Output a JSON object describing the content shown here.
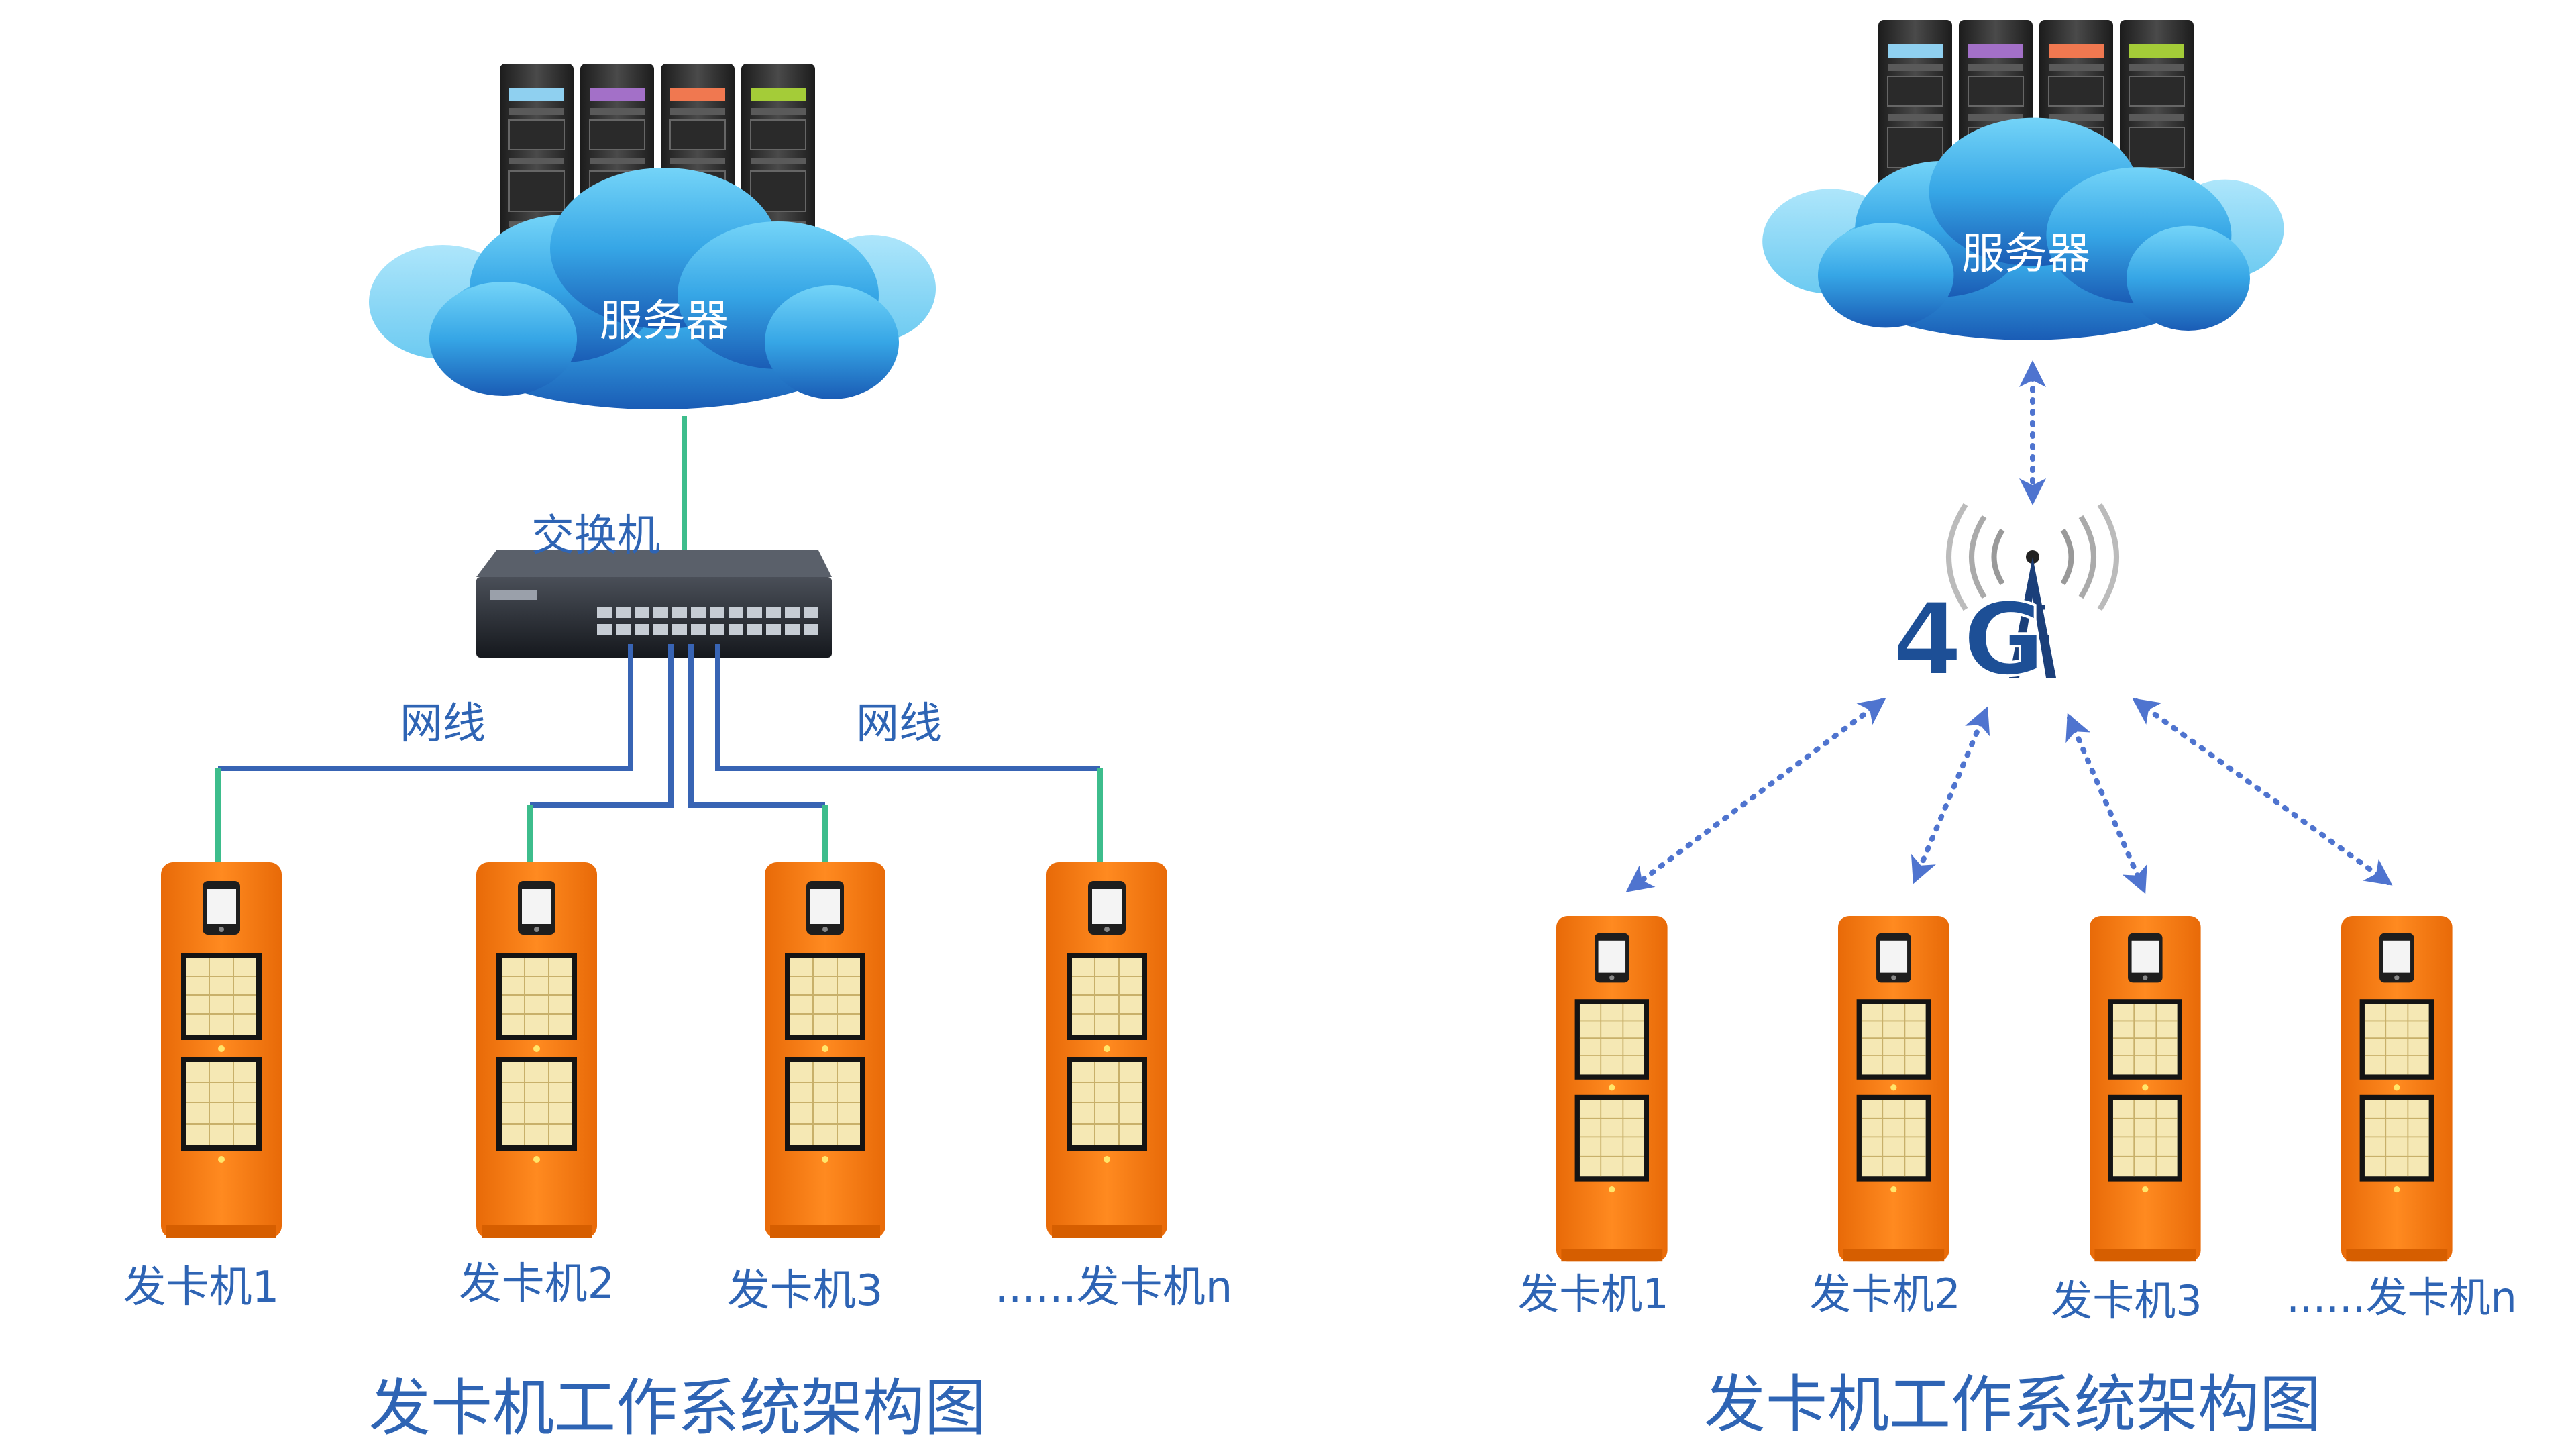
{
  "left_diagram": {
    "server_label": "服务器",
    "switch_label": "交换机",
    "cable_label_left": "网线",
    "cable_label_right": "网线",
    "machines": [
      "发卡机1",
      "发卡机2",
      "发卡机3",
      "......发卡机n"
    ],
    "caption": "发卡机工作系统架构图"
  },
  "right_diagram": {
    "server_label": "服务器",
    "network_label": "4G",
    "machines": [
      "发卡机1",
      "发卡机2",
      "发卡机3",
      "......发卡机n"
    ],
    "caption": "发卡机工作系统架构图"
  },
  "colors": {
    "label_text": "#2e64b4",
    "cloud_light": "#6ccff6",
    "cloud_dark": "#1a5fb8",
    "cable_blue": "#3864b4",
    "cable_green": "#3dbd8c",
    "kiosk_orange": "#f07a10",
    "arrow_blue": "#4f74cf"
  }
}
